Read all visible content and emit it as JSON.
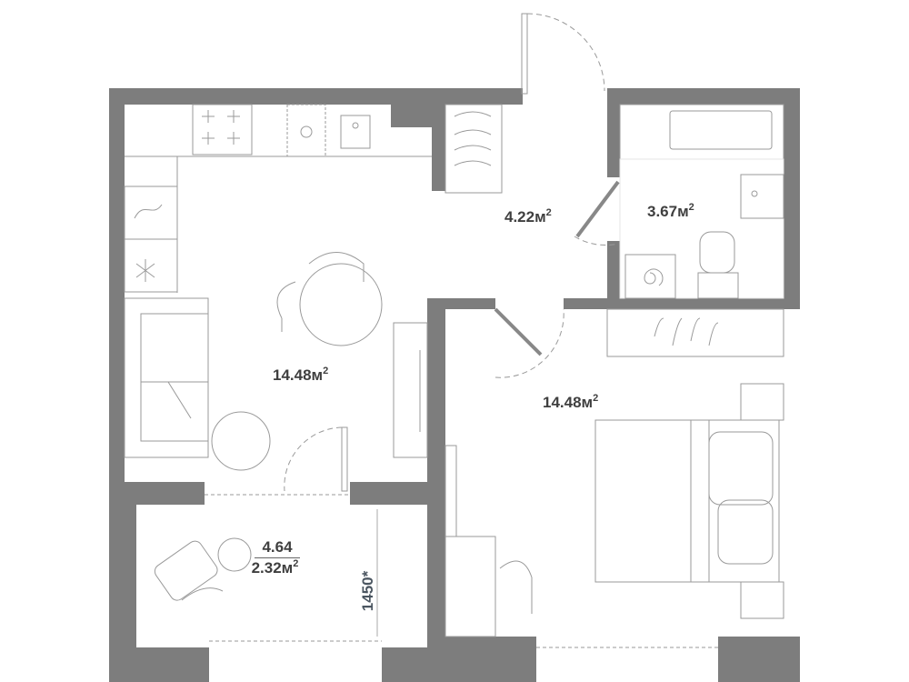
{
  "rooms": {
    "living": {
      "area": "14.48м",
      "sup": "2"
    },
    "hall": {
      "area": "4.22м",
      "sup": "2"
    },
    "bathroom": {
      "area": "3.67м",
      "sup": "2"
    },
    "bedroom": {
      "area": "14.48м",
      "sup": "2"
    },
    "balcony": {
      "full_area": "4.64",
      "area": "2.32м",
      "sup": "2"
    }
  },
  "dimensions": {
    "balcony_width": "1450*"
  },
  "colors": {
    "wall": "#7d7d7d",
    "line": "#9a9a9a",
    "text": "#3f3f3f"
  }
}
